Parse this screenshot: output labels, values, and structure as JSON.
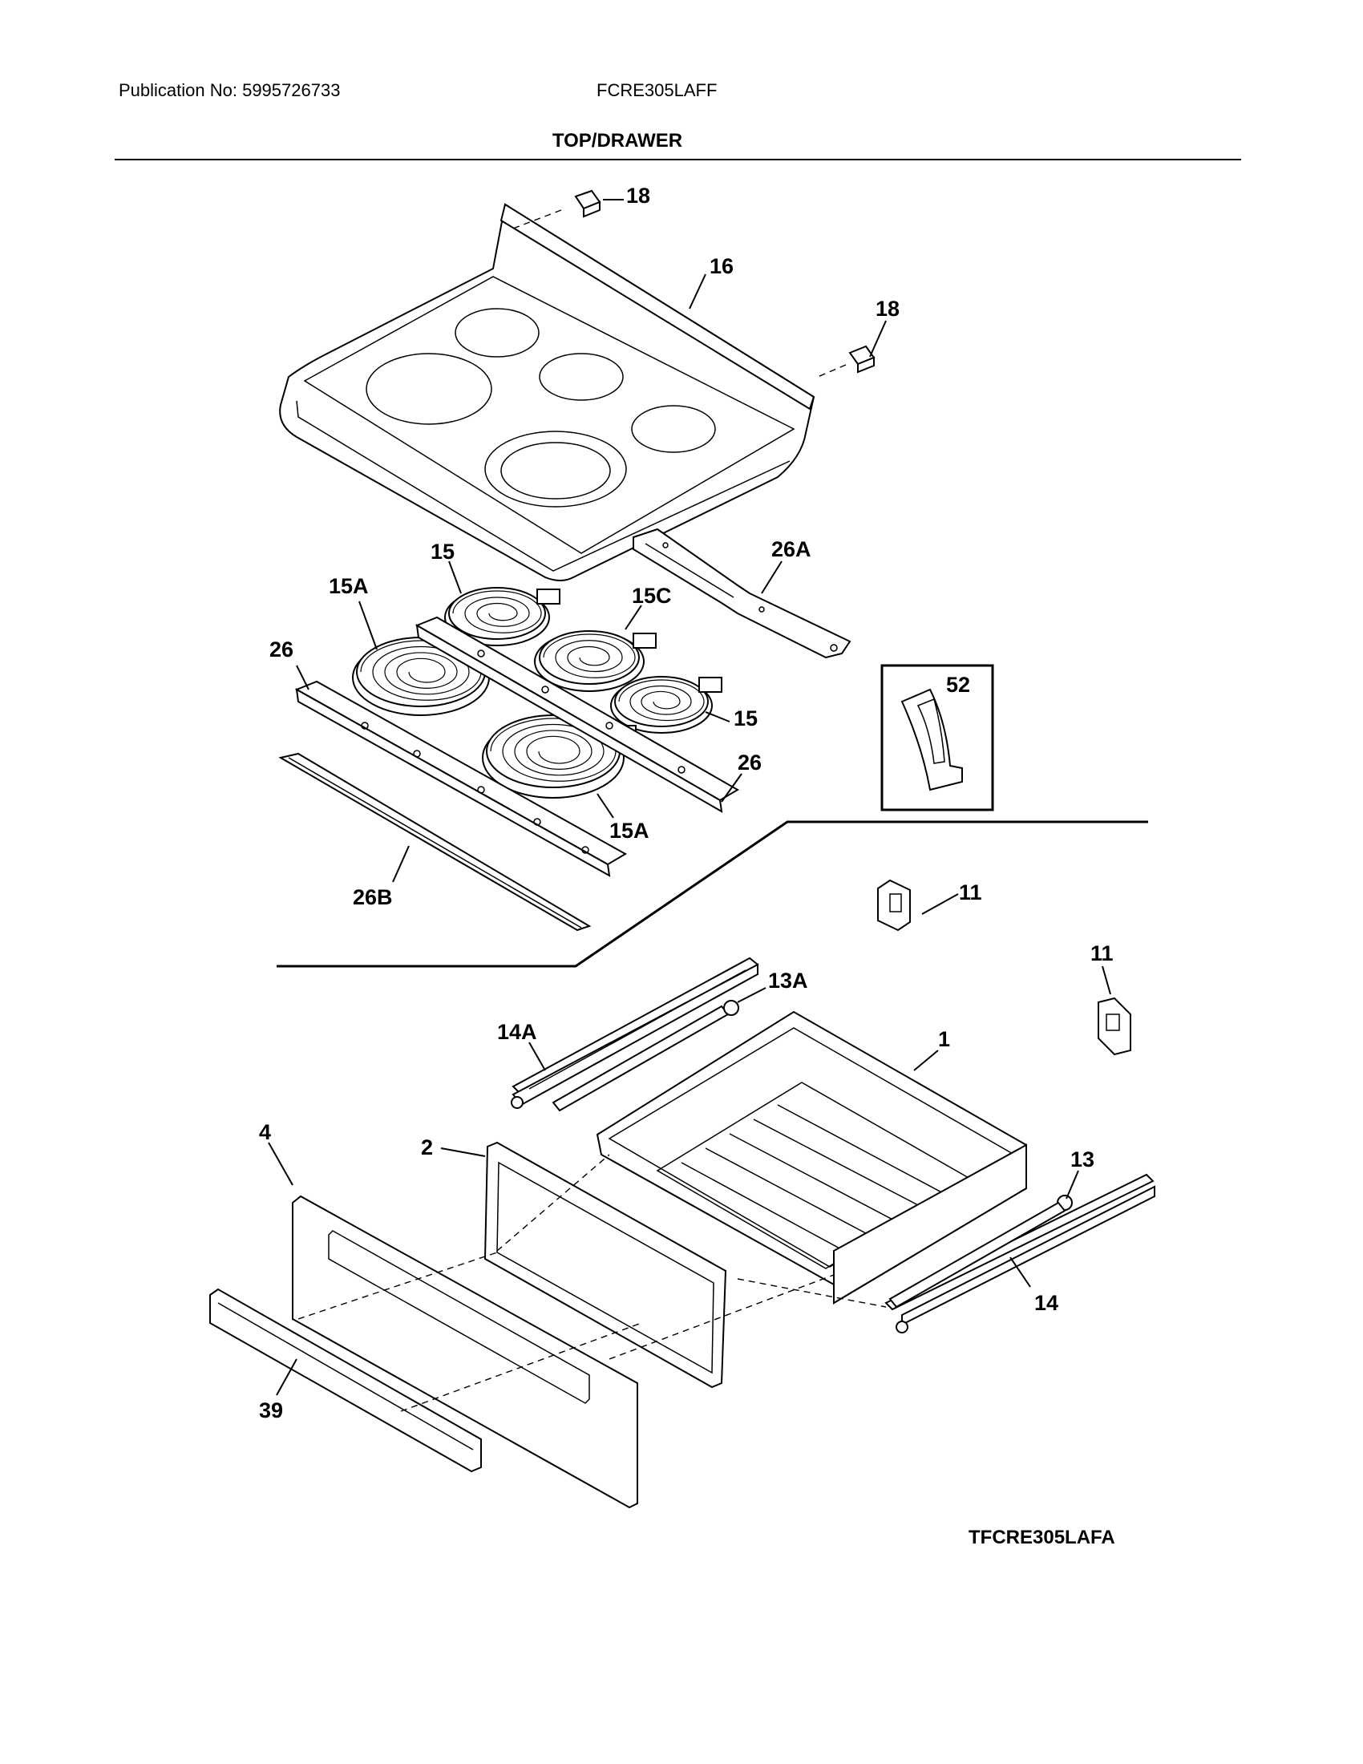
{
  "header": {
    "publication": "Publication No: 5995726733",
    "model": "FCRE305LAFF",
    "section_title": "TOP/DRAWER"
  },
  "footer": {
    "diagram_code": "TFCRE305LAFA"
  },
  "callouts": {
    "c18a": "18",
    "c16": "16",
    "c18b": "18",
    "c26a": "26A",
    "c15a_top": "15",
    "c15A_left": "15A",
    "c15C": "15C",
    "c26_left": "26",
    "c52": "52",
    "c15_right": "15",
    "c26_right": "26",
    "c15A_bottom": "15A",
    "c26B": "26B",
    "c11a": "11",
    "c11b": "11",
    "c13A": "13A",
    "c14A": "14A",
    "c1": "1",
    "c4": "4",
    "c2": "2",
    "c13": "13",
    "c14": "14",
    "c39": "39"
  }
}
